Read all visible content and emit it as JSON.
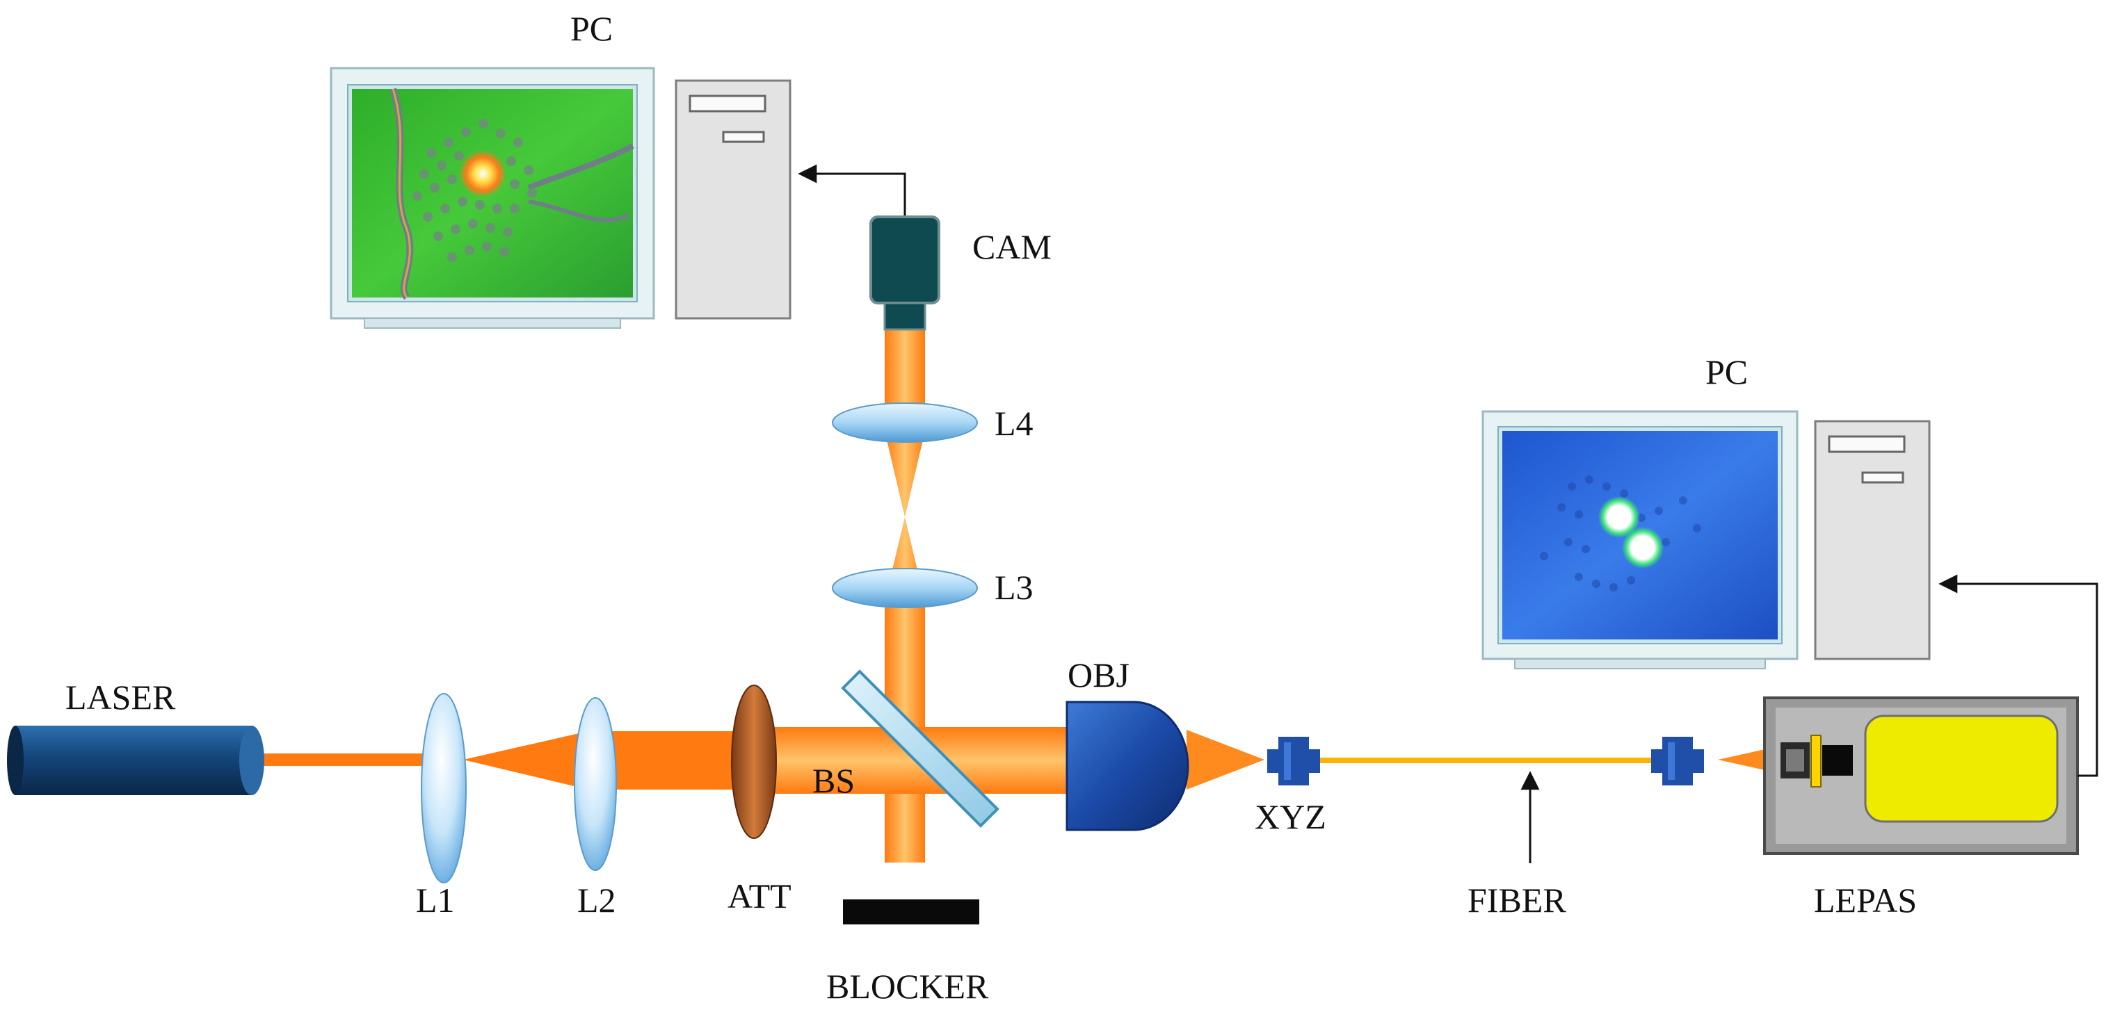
{
  "diagram": {
    "labels": {
      "pc_top": "PC",
      "pc_right": "PC",
      "cam": "CAM",
      "l4": "L4",
      "l3": "L3",
      "laser": "LASER",
      "l1": "L1",
      "l2": "L2",
      "att": "ATT",
      "bs": "BS",
      "obj": "OBJ",
      "xyz": "XYZ",
      "fiber": "FIBER",
      "lepas": "LEPAS",
      "blocker": "BLOCKER"
    },
    "colors": {
      "beam_orange": "#FF7A10",
      "beam_light": "#FFB347",
      "laser_blue": "#14467A",
      "lens_blue": "#9CD0F2",
      "camera_teal": "#0E4A4F",
      "fiber_yellow": "#FFB200",
      "lepas_yellow": "#EEEA00",
      "monitor_frame": "#E6F2F4",
      "pc_gray": "#E3E3E3",
      "screen_green": "#3FBF2A",
      "screen_blue": "#2A6BE0"
    },
    "icons": {
      "monitor": "monitor-icon",
      "computer_tower": "computer-tower-icon",
      "camera": "camera-icon",
      "lens": "lens-icon",
      "laser": "laser-icon",
      "beam_splitter": "beam-splitter-icon",
      "objective": "objective-icon",
      "xyz_stage": "xyz-stage-icon",
      "fiber": "fiber-icon",
      "lepas": "lepas-device-icon",
      "blocker": "beam-blocker-icon"
    }
  }
}
